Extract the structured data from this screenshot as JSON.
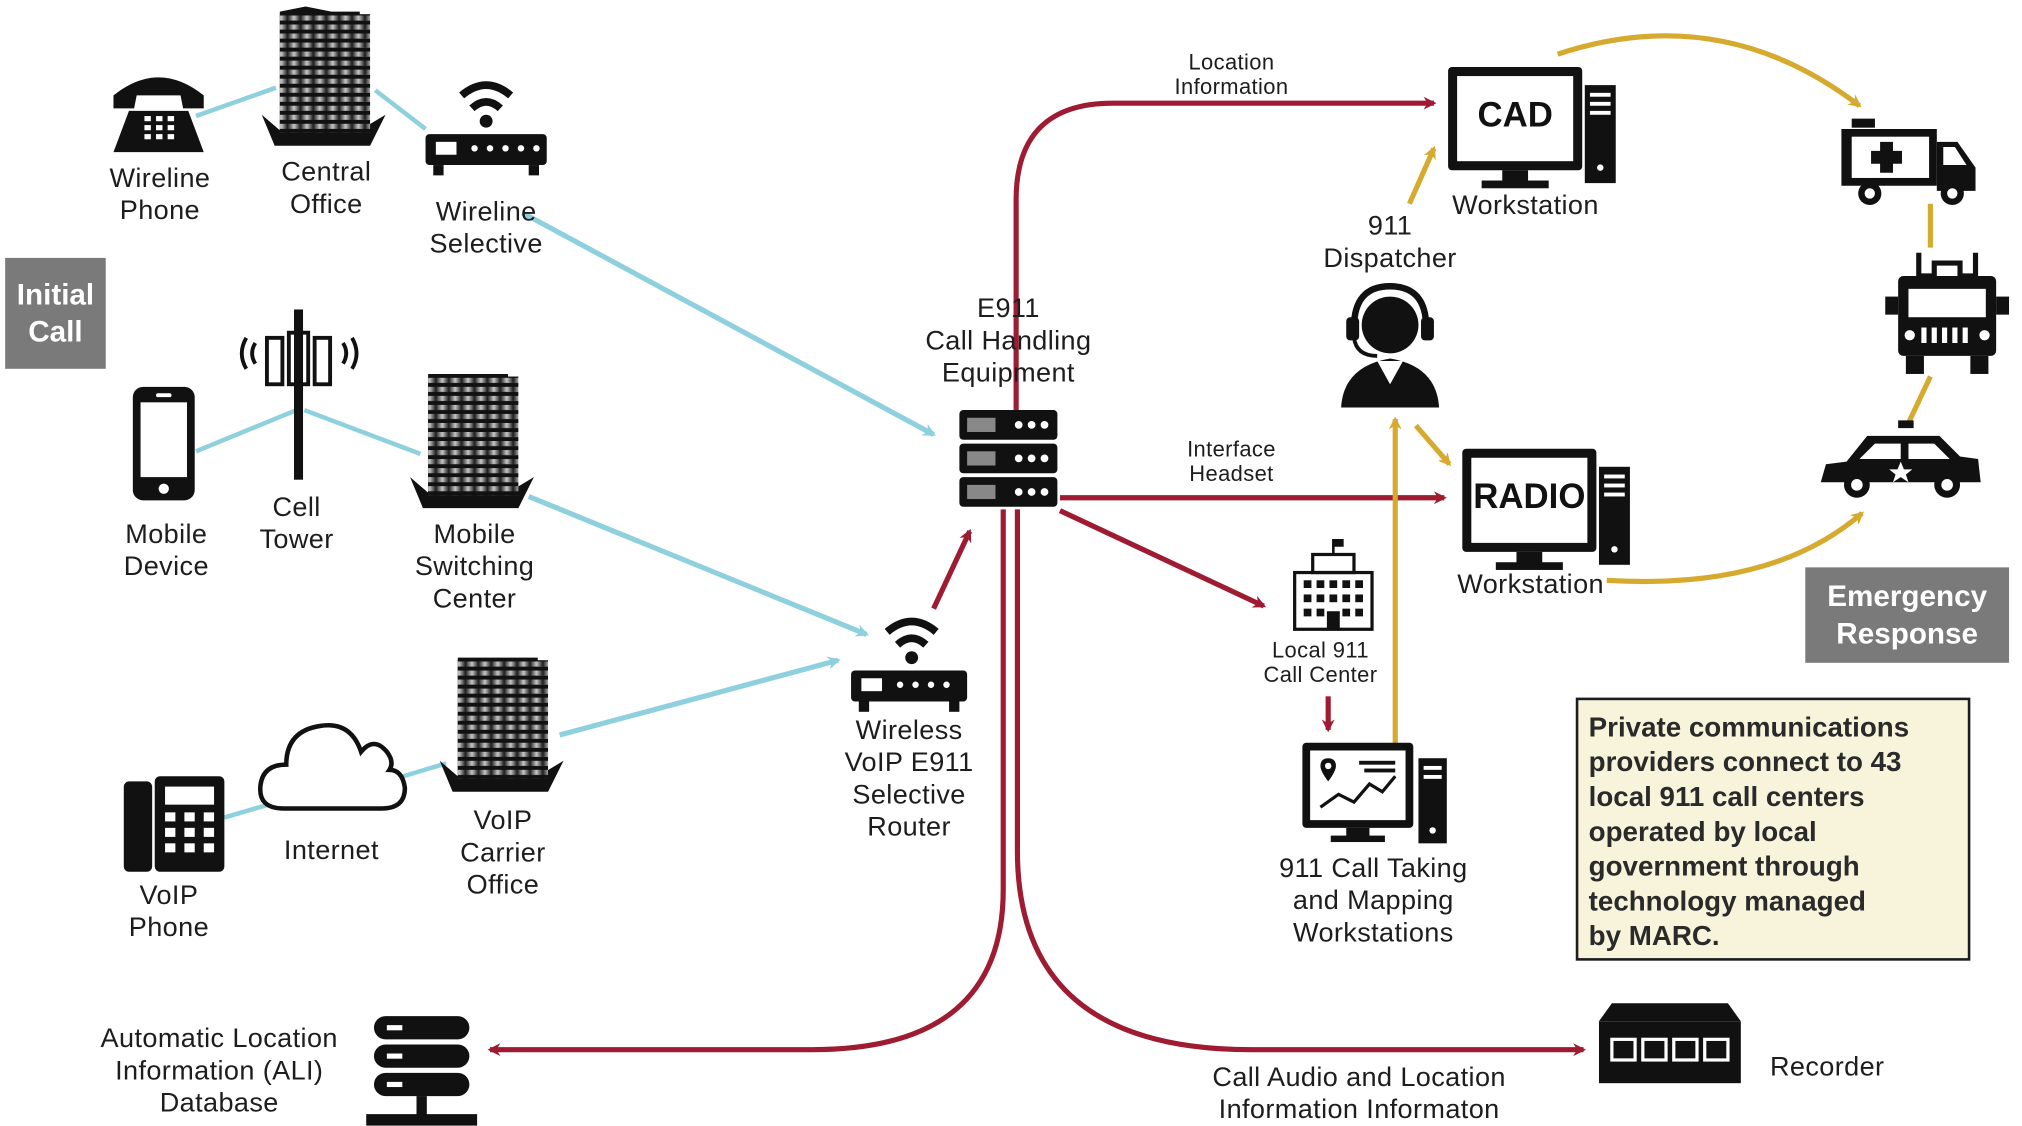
{
  "labels": {
    "wireline_phone": [
      "Wireline",
      "Phone"
    ],
    "central_office": [
      "Central",
      "Office"
    ],
    "wireline_selective": [
      "Wireline",
      "Selective"
    ],
    "cell_tower": [
      "Cell",
      "Tower"
    ],
    "mobile_device": [
      "Mobile",
      "Device"
    ],
    "mobile_switching": [
      "Mobile",
      "Switching",
      "Center"
    ],
    "internet": [
      "Internet"
    ],
    "voip_phone": [
      "VoIP",
      "Phone"
    ],
    "voip_carrier": [
      "VoIP",
      "Carrier",
      "Office"
    ],
    "wireless_router": [
      "Wireless",
      "VoIP E911",
      "Selective",
      "Router"
    ],
    "e911": [
      "E911",
      "Call Handling",
      "Equipment"
    ],
    "location_info": [
      "Location",
      "Information"
    ],
    "interface_headset": [
      "Interface",
      "Headset"
    ],
    "cad_workstation": "Workstation",
    "radio_workstation": "Workstation",
    "dispatcher": [
      "911",
      "Dispatcher"
    ],
    "local_center": [
      "Local 911",
      "Call Center"
    ],
    "call_taking": [
      "911 Call Taking",
      "and Mapping",
      "Workstations"
    ],
    "ali_database": [
      "Automatic Location",
      "Information (ALI)",
      "Database"
    ],
    "call_audio": [
      "Call Audio and Location",
      "Information Informaton"
    ],
    "recorder": "Recorder"
  },
  "screens": {
    "cad": "CAD",
    "radio": "RADIO"
  },
  "boxes": {
    "initial_call": [
      "Initial",
      "Call"
    ],
    "emergency_response": [
      "Emergency",
      "Response"
    ]
  },
  "note_lines": [
    "Private communications",
    "providers connect to 43",
    "local 911 call centers",
    "operated by local",
    "government through",
    "technology managed",
    "by MARC."
  ],
  "icons": [
    "telephone-icon",
    "building-icon",
    "router-icon",
    "cell-tower-icon",
    "smartphone-icon",
    "cloud-icon",
    "voip-phone-icon",
    "server-icon",
    "workstation-icon",
    "headset-person-icon",
    "office-building-icon",
    "map-workstation-icon",
    "database-icon",
    "recorder-icon",
    "ambulance-icon",
    "fire-truck-icon",
    "police-car-icon"
  ],
  "colors": {
    "cyan": "#8fd0de",
    "crimson": "#9e1b32",
    "gold": "#d6aa2e",
    "gray_box": "#7a7a7a",
    "note_bg": "#f8f4dc"
  }
}
